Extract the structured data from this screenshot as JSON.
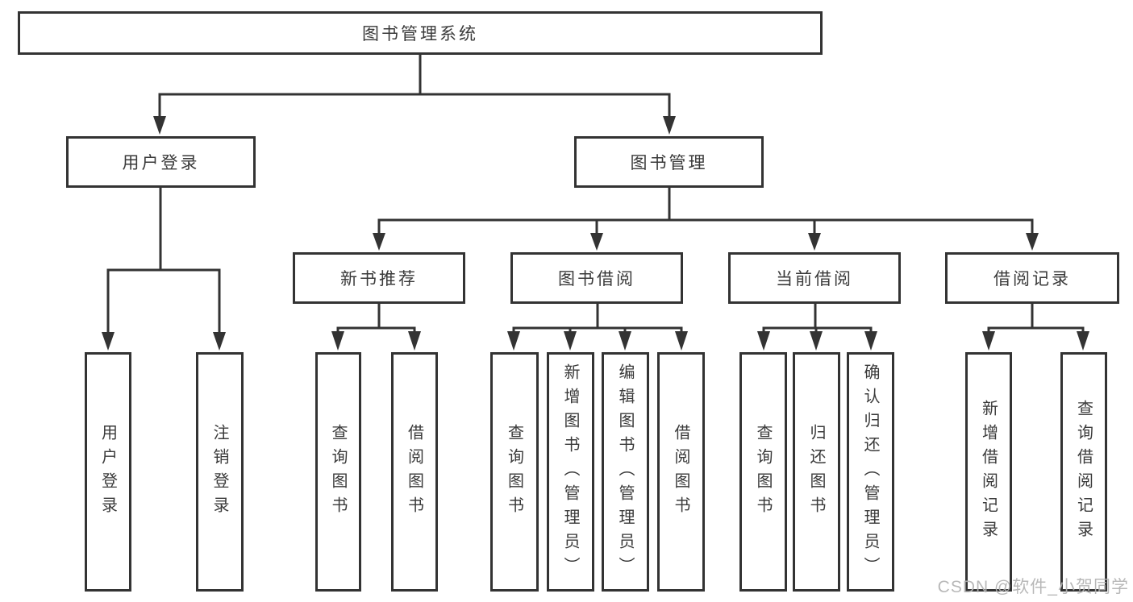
{
  "diagram": {
    "type": "hierarchy-tree",
    "orientation": "top-down"
  },
  "colors": {
    "line": "#333333",
    "text": "#3a3a3a",
    "watermark": "#b3b3b3",
    "background": "#ffffff"
  },
  "watermark": {
    "text": "CSDN @软件_小贺同学"
  },
  "tree": {
    "label": "图书管理系统",
    "children": [
      {
        "label": "用户登录",
        "children": [
          {
            "label": "用户登录"
          },
          {
            "label": "注销登录"
          }
        ]
      },
      {
        "label": "图书管理",
        "children": [
          {
            "label": "新书推荐",
            "children": [
              {
                "label": "查询图书"
              },
              {
                "label": "借阅图书"
              }
            ]
          },
          {
            "label": "图书借阅",
            "children": [
              {
                "label": "查询图书"
              },
              {
                "label": "新增图书（管理员）"
              },
              {
                "label": "编辑图书（管理员）"
              },
              {
                "label": "借阅图书"
              }
            ]
          },
          {
            "label": "当前借阅",
            "children": [
              {
                "label": "查询图书"
              },
              {
                "label": "归还图书"
              },
              {
                "label": "确认归还（管理员）"
              }
            ]
          },
          {
            "label": "借阅记录",
            "children": [
              {
                "label": "新增借阅记录"
              },
              {
                "label": "查询借阅记录"
              }
            ]
          }
        ]
      }
    ]
  }
}
